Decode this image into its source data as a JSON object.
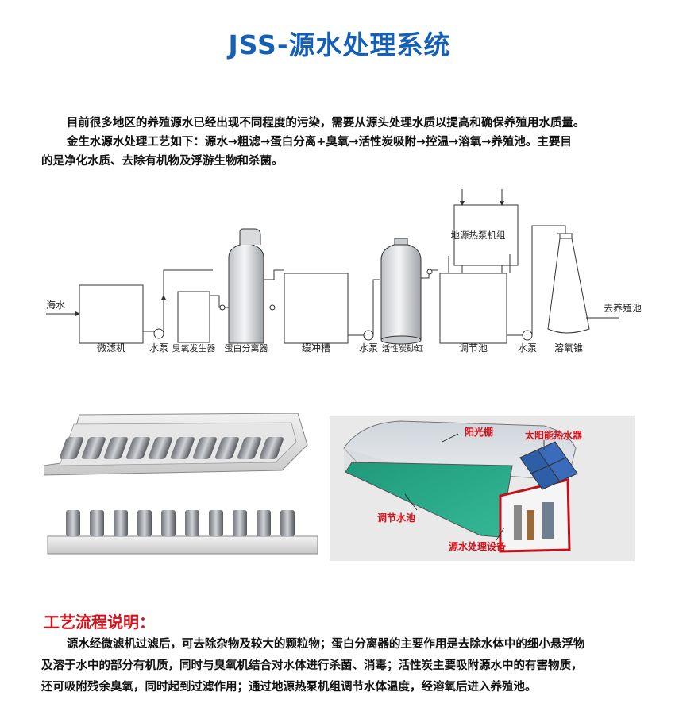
{
  "title": "JSS-源水处理系统",
  "intro": {
    "line1": "目前很多地区的养殖源水已经出现不同程度的污染，需要从源头处理水质以提高和确保养殖用水质量。",
    "line2": "金生水源水处理工艺如下：源水→粗滤→蛋白分离+臭氧→活性炭吸附→控温→溶氧→养殖池。主要目",
    "line3": "的是净化水质、去除有机物及浮游生物和杀菌。"
  },
  "flow": {
    "inlet": "海水",
    "outlet": "去养殖池",
    "equipment": {
      "micro_filter": "微滤机",
      "pump1": "水泵",
      "ozone_generator": "臭氧发生器",
      "protein_separator": "蛋白分离器",
      "buffer_tank": "缓冲槽",
      "pump2": "水泵",
      "carbon_tank": "活性炭砂缸",
      "heat_pump": "地源热泵机组",
      "regulating_pool": "调节池",
      "pump3": "水泵",
      "oxygen_cone": "溶氧锥"
    }
  },
  "illustration": {
    "greenhouse": "阳光棚",
    "solar_heater": "太阳能热水器",
    "regulating_pool": "调节水池",
    "treatment_equipment": "源水处理设备"
  },
  "colors": {
    "title": "#1560b5",
    "accent_red": "#d4121c",
    "water": "#2ba88a"
  },
  "process": {
    "heading": "工艺流程说明：",
    "line1": "源水经微滤机过滤后，可去除杂物及较大的颗粒物；蛋白分离器的主要作用是去除水体中的细小悬浮物",
    "line2": "及溶于水中的部分有机质，同时与臭氧机结合对水体进行杀菌、消毒；活性炭主要吸附源水中的有害物质，",
    "line3": "还可吸附残余臭氧，同时起到过滤作用；通过地源热泵机组调节水体温度，经溶氧后进入养殖池。"
  }
}
